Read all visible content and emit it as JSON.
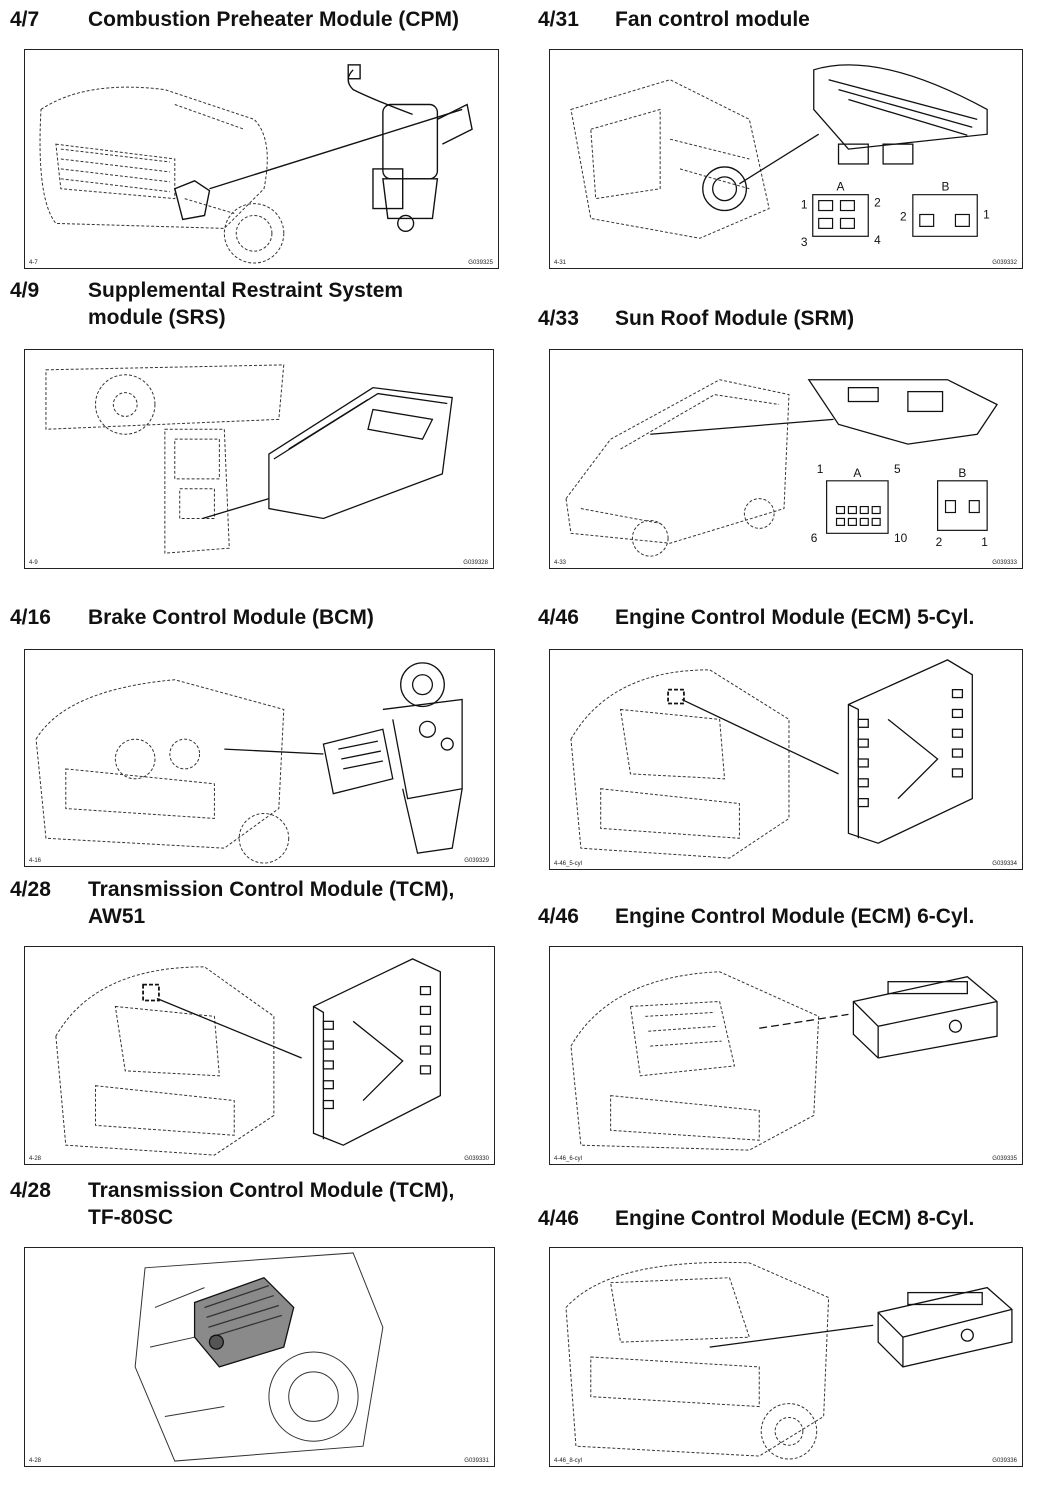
{
  "sections": [
    {
      "number": "4/7",
      "title": "Combustion Preheater Module (CPM)",
      "caption_left": "4-7",
      "caption_right": "G039325"
    },
    {
      "number": "4/31",
      "title": "Fan control module",
      "caption_left": "4-31",
      "caption_right": "G039332",
      "connector_labels": {
        "a": "A",
        "b": "B",
        "a_pins": [
          "1",
          "2",
          "3",
          "4"
        ],
        "b_pins": [
          "2",
          "1"
        ]
      }
    },
    {
      "number": "4/9",
      "title_line1": "Supplemental Restraint System",
      "title_line2": "module (SRS)",
      "caption_left": "4-9",
      "caption_right": "G039328"
    },
    {
      "number": "4/33",
      "title": "Sun Roof Module (SRM)",
      "caption_left": "4-33",
      "caption_right": "G039333",
      "connector_labels": {
        "a": "A",
        "b": "B",
        "a_pins": [
          "1",
          "5",
          "6",
          "10"
        ],
        "b_pins": [
          "2",
          "1"
        ]
      }
    },
    {
      "number": "4/16",
      "title": "Brake Control Module (BCM)",
      "caption_left": "4-16",
      "caption_right": "G039329"
    },
    {
      "number": "4/46",
      "title": "Engine Control Module (ECM) 5-Cyl.",
      "caption_left": "4-46_5-cyl",
      "caption_right": "G039334"
    },
    {
      "number": "4/28",
      "title_line1": "Transmission Control Module (TCM),",
      "title_line2": "AW51",
      "caption_left": "4-28",
      "caption_right": "G039330"
    },
    {
      "number": "4/46",
      "title": "Engine Control Module (ECM) 6-Cyl.",
      "caption_left": "4-46_6-cyl",
      "caption_right": "G039335"
    },
    {
      "number": "4/28",
      "title_line1": "Transmission Control Module (TCM),",
      "title_line2": "TF-80SC",
      "caption_left": "4-28",
      "caption_right": "G039331"
    },
    {
      "number": "4/46",
      "title": "Engine Control Module (ECM) 8-Cyl.",
      "caption_left": "4-46_8-cyl",
      "caption_right": "G039336"
    }
  ]
}
